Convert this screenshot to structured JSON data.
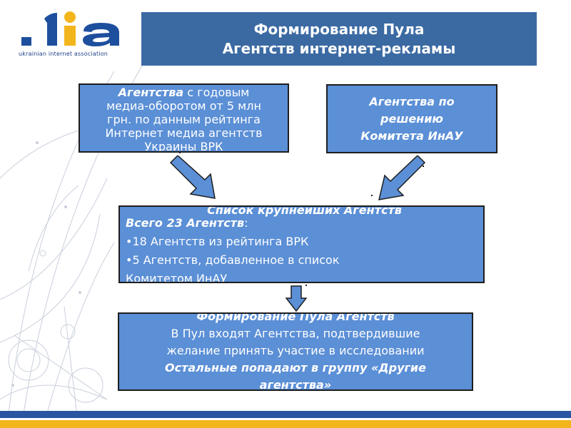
{
  "logo": {
    "tagline": "ukrainian internet association",
    "colors": {
      "blue": "#1e4f9e",
      "yellow": "#f3b51c"
    }
  },
  "header": {
    "title_line1": "Формирование Пула",
    "title_line2": "Агентств интернет-рекламы"
  },
  "box_top_left": {
    "lead": "Агентства",
    "text1": " с годовым",
    "line2": "медиа-оборотом от 5 млн",
    "line3": "грн. по данным рейтинга",
    "line4": "Интернет медиа агентств",
    "line5": "Украины ВРК"
  },
  "box_top_right": {
    "line1": "Агентства по",
    "line2": "решению",
    "line3": "Комитета ИнАУ"
  },
  "box_list": {
    "heading": "Список крупнейших Агентств",
    "total": "Всего 23 Агентств",
    "total_suffix": ":",
    "item1": "•18 Агентств из рейтинга ВРК",
    "item2a": "•5 Агентств, добавленное  в список",
    "item2b": "Комитетом ИнАУ"
  },
  "box_pool": {
    "heading": "Формирование Пула Агентств",
    "line1": "В Пул входят Агентства, подтвердившие",
    "line2": "желание принять участие в исследовании",
    "line3": "Остальные попадают в группу  «Другие",
    "line4": "агентства»"
  },
  "colors": {
    "title_bg": "#3b6aa3",
    "box_bg": "#5b8fd6",
    "arrow": "#5b8fd6",
    "stripe_blue": "#2a55a2",
    "stripe_yellow": "#f3b51c"
  }
}
